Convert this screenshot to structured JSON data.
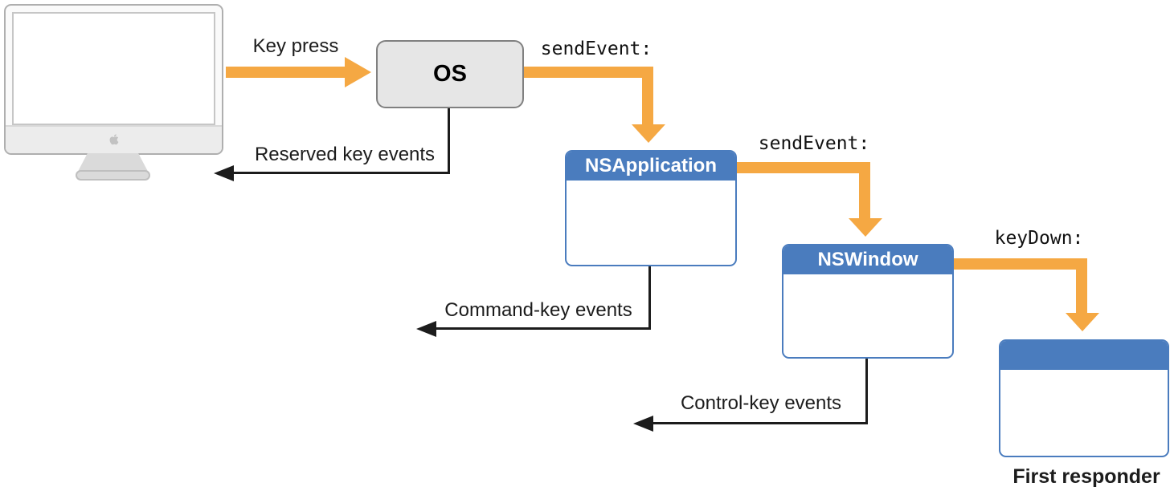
{
  "colors": {
    "orange": "#F5A843",
    "blue_header": "#4A7CBE",
    "os_fill": "#E6E6E6",
    "os_border": "#808080",
    "line_black": "#1C1C1C"
  },
  "monitor": {
    "icon": "imac-display-icon",
    "logo_icon": "apple-logo-icon"
  },
  "nodes": {
    "os": {
      "label": "OS"
    },
    "nsapplication": {
      "label": "NSApplication"
    },
    "nswindow": {
      "label": "NSWindow"
    },
    "first_responder": {
      "label": "First responder"
    }
  },
  "edges": {
    "key_press": {
      "label": "Key press"
    },
    "send_event_app": {
      "label": "sendEvent:"
    },
    "send_event_window": {
      "label": "sendEvent:"
    },
    "key_down": {
      "label": "keyDown:"
    },
    "reserved": {
      "label": "Reserved key events"
    },
    "command": {
      "label": "Command-key events"
    },
    "control": {
      "label": "Control-key events"
    }
  }
}
